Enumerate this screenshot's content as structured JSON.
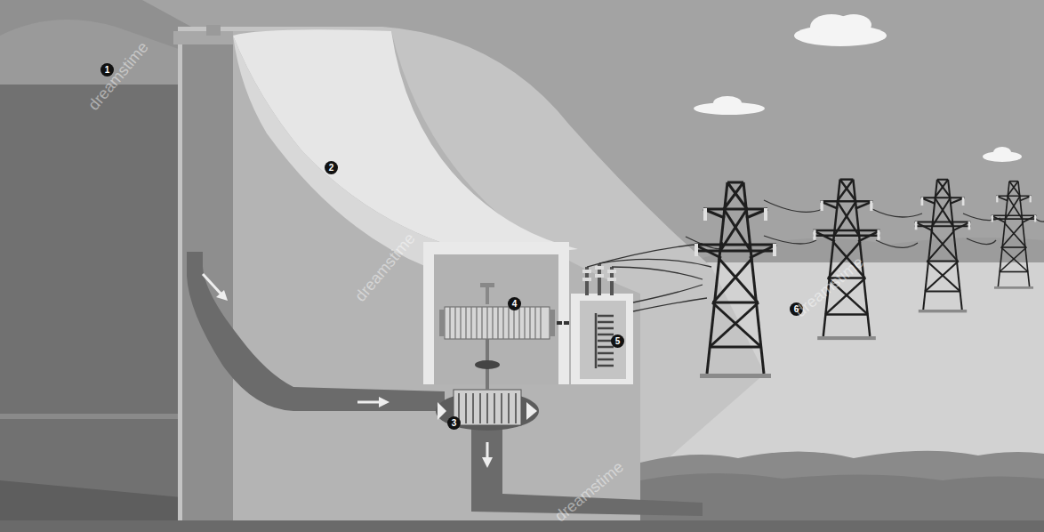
{
  "diagram": {
    "labels": [
      "1",
      "2",
      "3",
      "4",
      "5",
      "6",
      "dreamstime",
      "dreamstime",
      "dreamstime",
      "dreamstime"
    ]
  }
}
